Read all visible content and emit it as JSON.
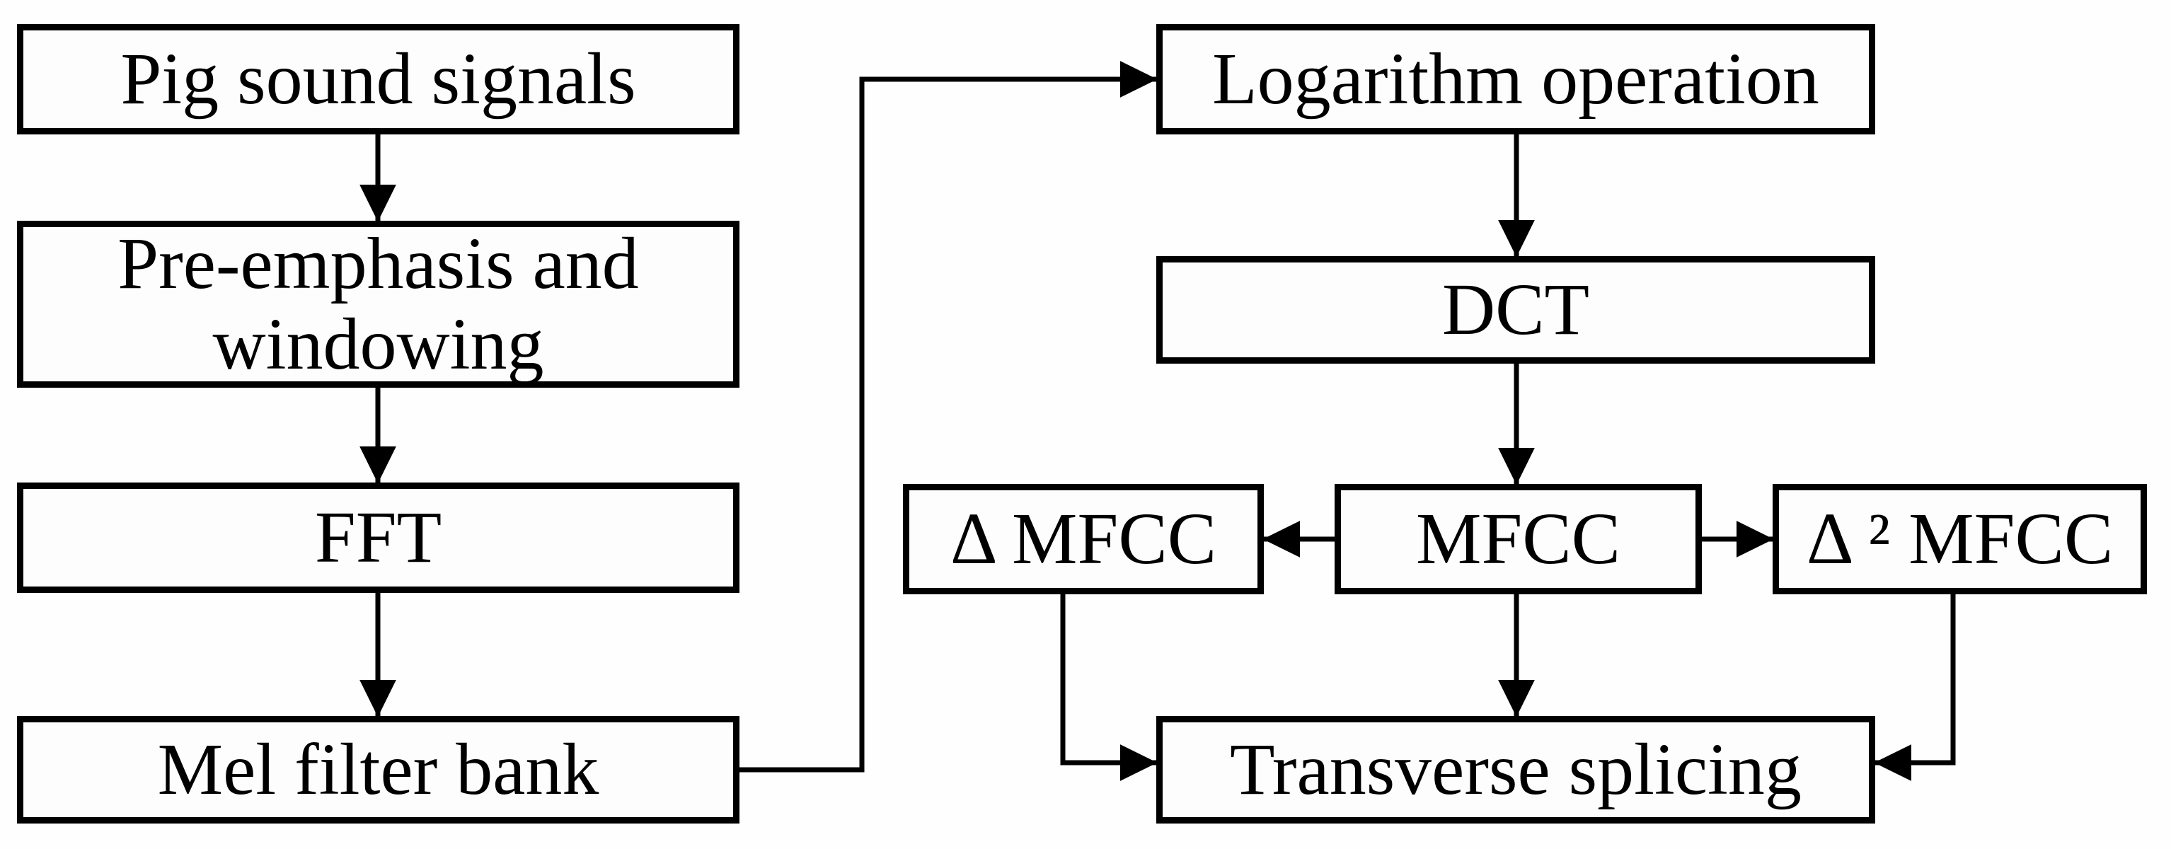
{
  "diagram": {
    "type": "flowchart",
    "description_domain": "MFCC audio feature extraction pipeline",
    "colors": {
      "background": "#fefefe",
      "box_fill": "#fdfdfd",
      "box_border": "#000000",
      "line": "#000000",
      "text": "#000000"
    },
    "nodes": [
      {
        "id": "pig-sound-signals",
        "label": "Pig sound signals"
      },
      {
        "id": "pre-emphasis-windowing",
        "label": "Pre-emphasis and windowing"
      },
      {
        "id": "fft",
        "label": "FFT"
      },
      {
        "id": "mel-filter-bank",
        "label": "Mel filter bank"
      },
      {
        "id": "logarithm-operation",
        "label": "Logarithm operation"
      },
      {
        "id": "dct",
        "label": "DCT"
      },
      {
        "id": "delta-mfcc",
        "label": "Δ MFCC"
      },
      {
        "id": "mfcc",
        "label": "MFCC"
      },
      {
        "id": "delta-squared-mfcc",
        "label": "Δ ² MFCC"
      },
      {
        "id": "transverse-splicing",
        "label": "Transverse splicing"
      }
    ],
    "edges": [
      {
        "from": "pig-sound-signals",
        "to": "pre-emphasis-windowing"
      },
      {
        "from": "pre-emphasis-windowing",
        "to": "fft"
      },
      {
        "from": "fft",
        "to": "mel-filter-bank"
      },
      {
        "from": "mel-filter-bank",
        "to": "logarithm-operation"
      },
      {
        "from": "logarithm-operation",
        "to": "dct"
      },
      {
        "from": "dct",
        "to": "mfcc"
      },
      {
        "from": "mfcc",
        "to": "delta-mfcc"
      },
      {
        "from": "mfcc",
        "to": "delta-squared-mfcc"
      },
      {
        "from": "mfcc",
        "to": "transverse-splicing"
      },
      {
        "from": "delta-mfcc",
        "to": "transverse-splicing"
      },
      {
        "from": "delta-squared-mfcc",
        "to": "transverse-splicing"
      }
    ]
  }
}
